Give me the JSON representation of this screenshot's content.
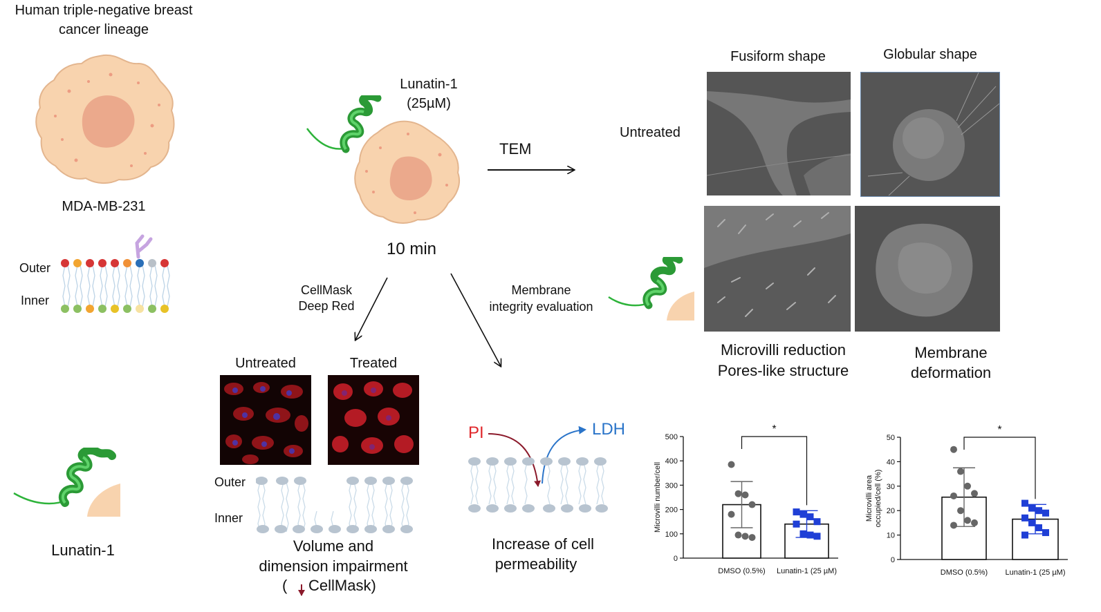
{
  "left": {
    "title": "Human triple-negative breast cancer lineage",
    "cell_line": "MDA-MB-231",
    "outer_label": "Outer",
    "inner_label": "Inner",
    "peptide_name": "Lunatin-1"
  },
  "center": {
    "peptide_label": "Lunatin-1",
    "concentration": "(25µM)",
    "time": "10 min",
    "tem_label": "TEM",
    "cellmask_label_1": "CellMask",
    "cellmask_label_2": "Deep Red",
    "membrane_label_1": "Membrane",
    "membrane_label_2": "integrity evaluation"
  },
  "tem_panel": {
    "col1": "Fusiform shape",
    "col2": "Globular shape",
    "row_untreated": "Untreated",
    "caption_left_1": "Microvilli reduction",
    "caption_left_2": "Pores-like structure",
    "caption_right_1": "Membrane",
    "caption_right_2": "deformation"
  },
  "confocal": {
    "untreated": "Untreated",
    "treated": "Treated",
    "outer_label": "Outer",
    "inner_label": "Inner",
    "caption_1": "Volume and",
    "caption_2": "dimension impairment",
    "caption_3_open": "(",
    "caption_3_text": "CellMask)"
  },
  "permeability": {
    "pi": "PI",
    "ldh": "LDH",
    "caption_1": "Increase of cell",
    "caption_2": "permeability"
  },
  "colors": {
    "cell_fill": "#f8d3ae",
    "cell_nucleus": "#eba98c",
    "peptide_green": "#2db33a",
    "pi_red": "#e0262a",
    "ldh_blue": "#2a74c9",
    "dark_red_arrow": "#8b1a2b",
    "lipid_gray": "#bcc8d4"
  },
  "chart_data": [
    {
      "type": "bar",
      "ylabel": "Microvilli number/cell",
      "categories": [
        "DMSO (0.5%)",
        "Lunatin-1 (25 µM)"
      ],
      "values": [
        220,
        140
      ],
      "error_sd": [
        95,
        55
      ],
      "ylim": [
        0,
        500
      ],
      "yticks": [
        "0",
        "100",
        "200",
        "300",
        "400",
        "500"
      ],
      "significance": "*",
      "points": [
        [
          385,
          265,
          260,
          220,
          180,
          95,
          90,
          85
        ],
        [
          190,
          180,
          170,
          150,
          140,
          100,
          95,
          90
        ]
      ],
      "point_colors": [
        "#666666",
        "#1f3fd6"
      ]
    },
    {
      "type": "bar",
      "ylabel": "Microvilli area occupied/cell (%)",
      "categories": [
        "DMSO (0.5%)",
        "Lunatin-1 (25 µM)"
      ],
      "values": [
        25.5,
        16.5
      ],
      "error_sd": [
        12,
        6
      ],
      "ylim": [
        0,
        50
      ],
      "yticks": [
        "0",
        "10",
        "20",
        "30",
        "40",
        "50"
      ],
      "significance": "*",
      "points": [
        [
          45,
          36,
          30,
          27,
          26,
          20,
          16,
          15,
          14
        ],
        [
          23,
          21,
          20,
          19,
          17,
          15,
          13,
          11,
          10
        ]
      ],
      "point_colors": [
        "#666666",
        "#1f3fd6"
      ]
    }
  ]
}
